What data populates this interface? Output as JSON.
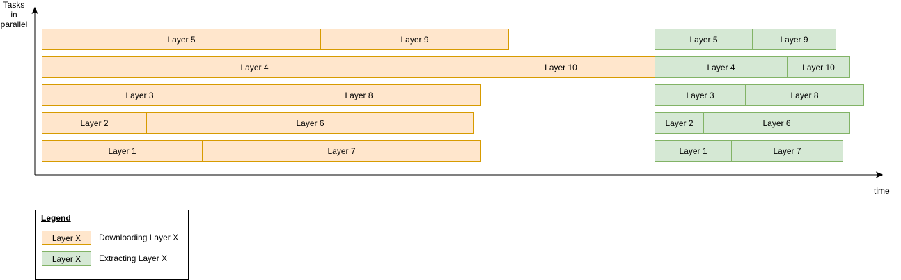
{
  "axes": {
    "y_label_lines": [
      "Tasks",
      "in",
      "parallel"
    ],
    "x_label": "time"
  },
  "rows": [
    {
      "download": [
        {
          "label": "Layer 5",
          "start": 0,
          "end": 400
        },
        {
          "label": "Layer 9",
          "start": 400,
          "end": 670
        }
      ],
      "extract": [
        {
          "label": "Layer 5",
          "start": 880,
          "end": 1020
        },
        {
          "label": "Layer 9",
          "start": 1020,
          "end": 1140
        }
      ]
    },
    {
      "download": [
        {
          "label": "Layer 4",
          "start": 0,
          "end": 610
        },
        {
          "label": "Layer 10",
          "start": 610,
          "end": 880
        }
      ],
      "extract": [
        {
          "label": "Layer 4",
          "start": 880,
          "end": 1070
        },
        {
          "label": "Layer 10",
          "start": 1070,
          "end": 1160
        }
      ]
    },
    {
      "download": [
        {
          "label": "Layer 3",
          "start": 0,
          "end": 280
        },
        {
          "label": "Layer 8",
          "start": 280,
          "end": 630
        }
      ],
      "extract": [
        {
          "label": "Layer 3",
          "start": 880,
          "end": 1010
        },
        {
          "label": "Layer 8",
          "start": 1010,
          "end": 1180
        }
      ]
    },
    {
      "download": [
        {
          "label": "Layer 2",
          "start": 0,
          "end": 150
        },
        {
          "label": "Layer 6",
          "start": 150,
          "end": 620
        }
      ],
      "extract": [
        {
          "label": "Layer 2",
          "start": 880,
          "end": 950
        },
        {
          "label": "Layer 6",
          "start": 950,
          "end": 1160
        }
      ]
    },
    {
      "download": [
        {
          "label": "Layer 1",
          "start": 0,
          "end": 230
        },
        {
          "label": "Layer 7",
          "start": 230,
          "end": 630
        }
      ],
      "extract": [
        {
          "label": "Layer 1",
          "start": 880,
          "end": 990
        },
        {
          "label": "Layer 7",
          "start": 990,
          "end": 1150
        }
      ]
    }
  ],
  "legend": {
    "title": "Legend",
    "items": [
      {
        "swatch_label": "Layer X",
        "description": "Downloading Layer X",
        "kind": "download"
      },
      {
        "swatch_label": "Layer X",
        "description": "Extracting Layer X",
        "kind": "extract"
      }
    ]
  },
  "colors": {
    "download_fill": "#ffe6cc",
    "download_stroke": "#d79b00",
    "extract_fill": "#d5e8d4",
    "extract_stroke": "#82b366"
  }
}
